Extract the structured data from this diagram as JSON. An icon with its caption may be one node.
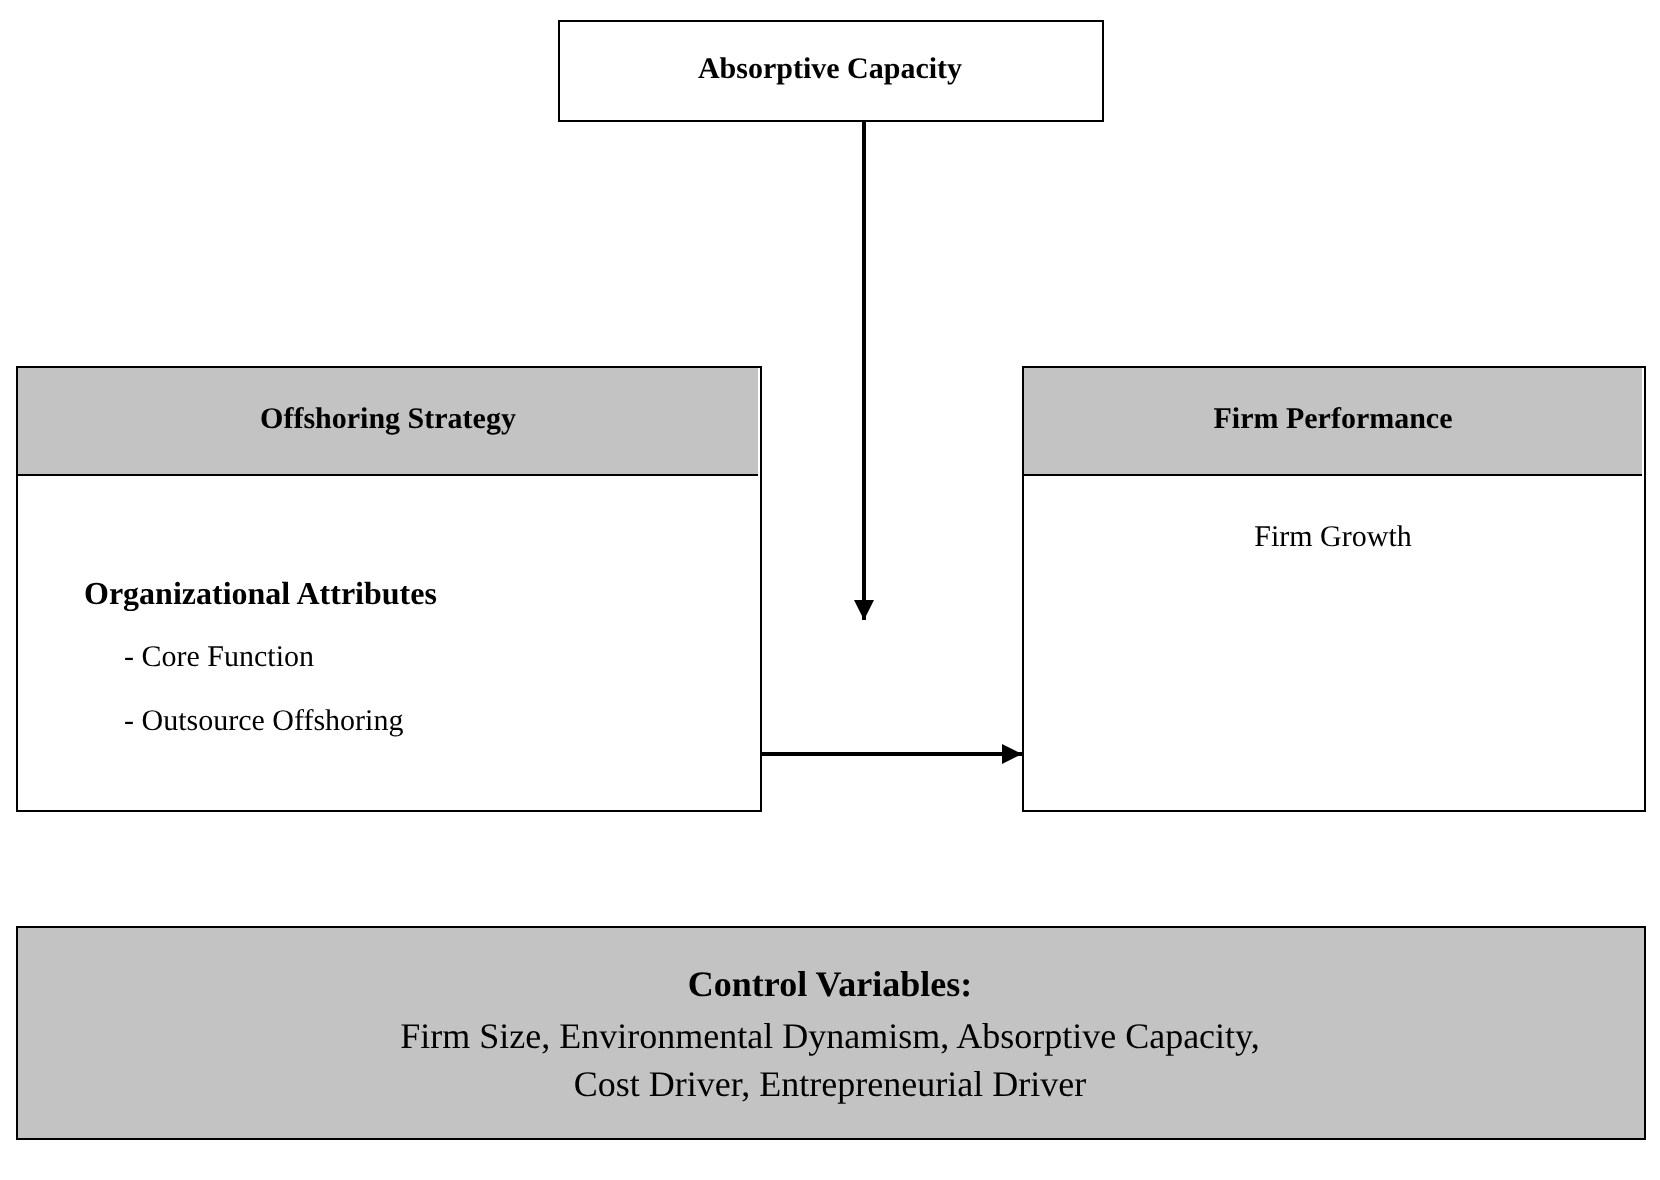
{
  "diagram": {
    "nodes": [
      {
        "text": [
          "Absorptive Capacity"
        ]
      },
      {
        "text": [
          "Offshoring Strategy",
          "Organizational Attributes",
          "- Core Function",
          "- Outsource Offshoring"
        ]
      },
      {
        "text": [
          "Firm Performance",
          "Firm Growth"
        ]
      },
      {
        "text": [
          "Control Variables:",
          "Firm Size, Environmental Dynamism, Absorptive Capacity, Cost Driver, Entrepreneurial Driver"
        ]
      }
    ],
    "edges": [
      {
        "from": 0,
        "to": null,
        "arrow": "to"
      },
      {
        "from": 1,
        "to": 2,
        "arrow": "to"
      }
    ]
  }
}
